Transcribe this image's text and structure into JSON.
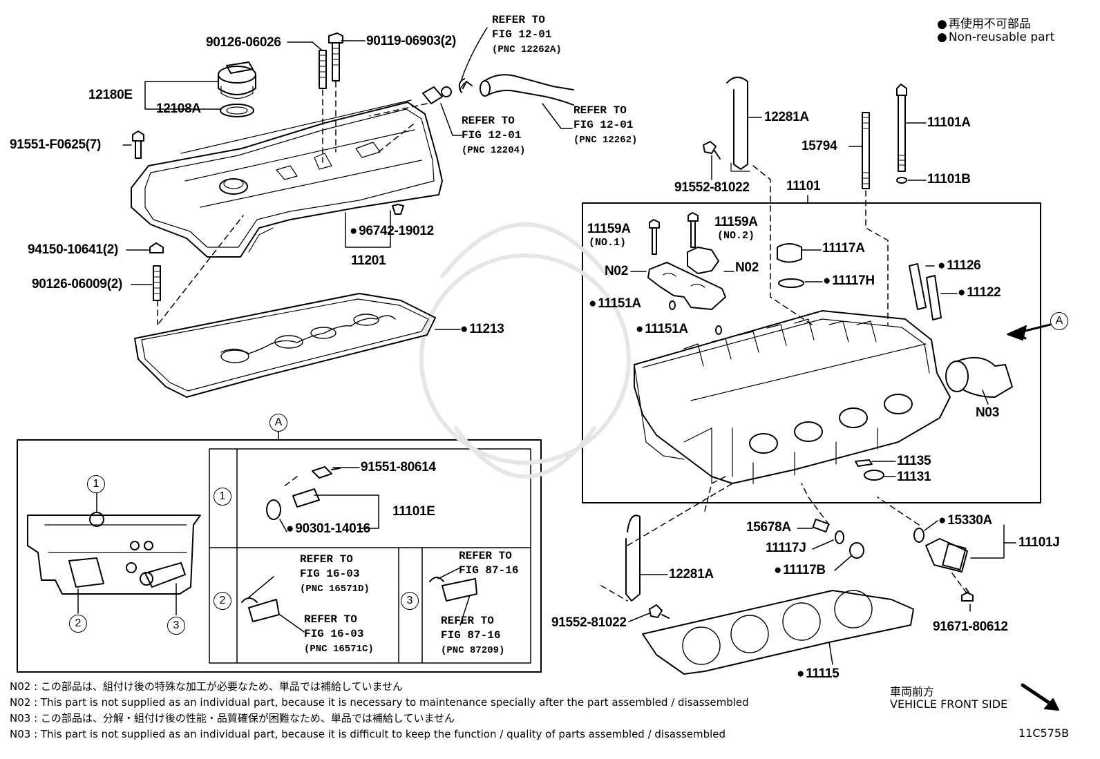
{
  "legend": {
    "jp": "再使用不可部品",
    "en": "Non-reusable part"
  },
  "labels": {
    "p90126_06026": "90126-06026",
    "p90119_06903": "90119-06903(2)",
    "p12180E": "12180E",
    "p12108A": "12108A",
    "p91551_F0625": "91551-F0625(7)",
    "p94150_10641": "94150-10641(2)",
    "p90126_06009": "90126-06009(2)",
    "p96742_19012": "96742-19012",
    "p11201": "11201",
    "p11213": "11213",
    "p12281A_top": "12281A",
    "p91552_81022_top": "91552-81022",
    "p11101": "11101",
    "p15794": "15794",
    "p11101A": "11101A",
    "p11101B": "11101B",
    "p11159A_1": "11159A",
    "p11159A_1_sub": "(NO.1)",
    "p11159A_2": "11159A",
    "p11159A_2_sub": "(NO.2)",
    "pN02_left": "N02",
    "pN02_right": "N02",
    "p11151A_1": "11151A",
    "p11151A_2": "11151A",
    "p11117A": "11117A",
    "p11117H": "11117H",
    "p11126": "11126",
    "p11122": "11122",
    "pN03": "N03",
    "p11135": "11135",
    "p11131": "11131",
    "p15678A": "15678A",
    "p11117J": "11117J",
    "p11117B": "11117B",
    "p15330A": "15330A",
    "p11101J": "11101J",
    "p12281A_bot": "12281A",
    "p91552_81022_bot": "91552-81022",
    "p91671_80612": "91671-80612",
    "p11115": "11115",
    "p91551_80614": "91551-80614",
    "p11101E": "11101E",
    "p90301_14016": "90301-14016",
    "calloutA": "A",
    "circ1": "1",
    "circ2": "2",
    "circ3": "3"
  },
  "refs": {
    "r12262A": {
      "l1": "REFER TO",
      "l2": "FIG 12-01",
      "l3": "(PNC 12262A)"
    },
    "r12204": {
      "l1": "REFER TO",
      "l2": "FIG 12-01",
      "l3": "(PNC 12204)"
    },
    "r12262": {
      "l1": "REFER TO",
      "l2": "FIG 12-01",
      "l3": "(PNC 12262)"
    },
    "r16571D": {
      "l1": "REFER TO",
      "l2": "FIG 16-03",
      "l3": "(PNC 16571D)"
    },
    "r16571C": {
      "l1": "REFER TO",
      "l2": "FIG 16-03",
      "l3": "(PNC 16571C)"
    },
    "r87_16_a": {
      "l1": "REFER TO",
      "l2": "FIG 87-16"
    },
    "r87209": {
      "l1": "REFER TO",
      "l2": "FIG 87-16",
      "l3": "(PNC 87209)"
    }
  },
  "notes": [
    "N02 : この部品は、組付け後の特殊な加工が必要なため、単品では補給していません",
    "N02 : This part is not supplied as an individual part, because it is necessary to maintenance specially after the part assembled / disassembled",
    "N03 : この部品は、分解・組付け後の性能・品質確保が困難なため、単品では補給していません",
    "N03 : This part is not supplied as an individual part, because it is difficult to keep the function / quality of parts  assembled / disassembled"
  ],
  "front": {
    "jp": "車両前方",
    "en": "VEHICLE FRONT SIDE"
  },
  "figure_code": "11C575B"
}
